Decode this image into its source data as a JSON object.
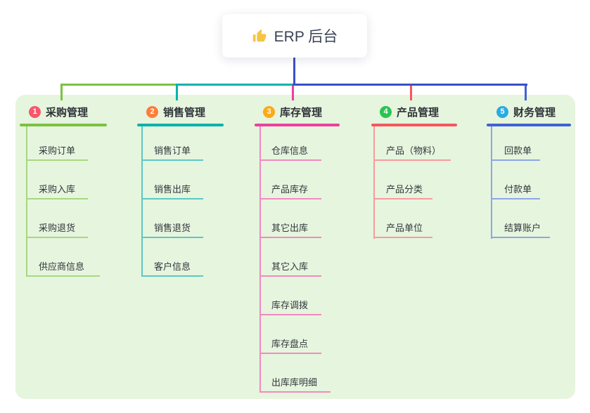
{
  "root": {
    "icon": "thumbs-up-icon",
    "title": "ERP 后台"
  },
  "connector_color": "#3a4fc8",
  "panel_color": "#e6f5de",
  "branches": [
    {
      "number": "1",
      "label": "采购管理",
      "color": "#7cc242",
      "light_color": "#a9d77f",
      "badge_color": "#f8566c",
      "children": [
        "采购订单",
        "采购入库",
        "采购退货",
        "供应商信息"
      ]
    },
    {
      "number": "2",
      "label": "销售管理",
      "color": "#0ab3ab",
      "light_color": "#5cc8c2",
      "badge_color": "#fb7e3b",
      "children": [
        "销售订单",
        "销售出库",
        "销售退货",
        "客户信息"
      ]
    },
    {
      "number": "3",
      "label": "库存管理",
      "color": "#ec3f9d",
      "light_color": "#f28ac0",
      "badge_color": "#fbaa19",
      "children": [
        "仓库信息",
        "产品库存",
        "其它出库",
        "其它入库",
        "库存调拨",
        "库存盘点",
        "出库库明细"
      ]
    },
    {
      "number": "4",
      "label": "产品管理",
      "color": "#f8555d",
      "light_color": "#f99aa0",
      "badge_color": "#2cc353",
      "children": [
        "产品（物料）",
        "产品分类",
        "产品单位"
      ]
    },
    {
      "number": "5",
      "label": "财务管理",
      "color": "#3f62d4",
      "light_color": "#8ea6e6",
      "badge_color": "#2baae2",
      "children": [
        "回款单",
        "付款单",
        "结算账户"
      ]
    }
  ]
}
